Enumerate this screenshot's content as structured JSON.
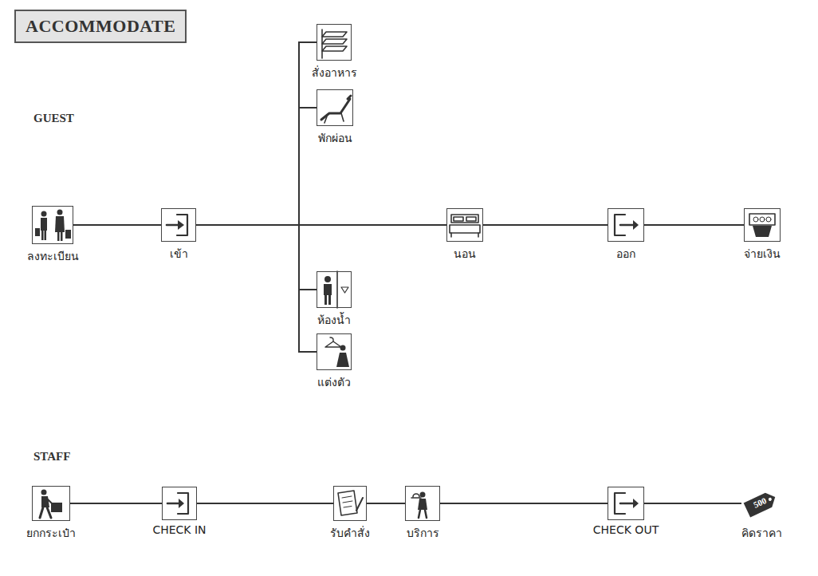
{
  "diagram": {
    "title": "ACCOMMODATE",
    "nodes": [
      {
        "text": [
          "ลงทะเบียน"
        ]
      },
      {
        "text": [
          "เข้า"
        ]
      },
      {
        "text": [
          "สั่งอาหาร"
        ]
      },
      {
        "text": [
          "พักผ่อน"
        ]
      },
      {
        "text": [
          "ห้องน้ำ"
        ]
      },
      {
        "text": [
          "แต่งตัว"
        ]
      },
      {
        "text": [
          "นอน"
        ]
      },
      {
        "text": [
          "ออก"
        ]
      },
      {
        "text": [
          "จ่ายเงิน"
        ]
      },
      {
        "text": [
          "ยกกระเป๋า"
        ]
      },
      {
        "text": [
          "CHECK IN"
        ]
      },
      {
        "text": [
          "รับคำสั่ง"
        ]
      },
      {
        "text": [
          "บริการ"
        ]
      },
      {
        "text": [
          "CHECK OUT"
        ]
      },
      {
        "text": [
          "คิดราคา"
        ]
      }
    ],
    "edges": [
      {
        "from": 0,
        "to": 1,
        "arrow": "none"
      },
      {
        "from": 1,
        "to": 2,
        "arrow": "none"
      },
      {
        "from": 1,
        "to": 3,
        "arrow": "none"
      },
      {
        "from": 1,
        "to": 4,
        "arrow": "none"
      },
      {
        "from": 1,
        "to": 5,
        "arrow": "none"
      },
      {
        "from": 1,
        "to": 6,
        "arrow": "none"
      },
      {
        "from": 6,
        "to": 7,
        "arrow": "none"
      },
      {
        "from": 7,
        "to": 8,
        "arrow": "none"
      },
      {
        "from": 9,
        "to": 10,
        "arrow": "none"
      },
      {
        "from": 10,
        "to": 11,
        "arrow": "none"
      },
      {
        "from": 11,
        "to": 12,
        "arrow": "none"
      },
      {
        "from": 12,
        "to": 13,
        "arrow": "none"
      },
      {
        "from": 13,
        "to": 14,
        "arrow": "none"
      }
    ],
    "labels": [
      "GUEST",
      "STAFF",
      "500"
    ]
  }
}
